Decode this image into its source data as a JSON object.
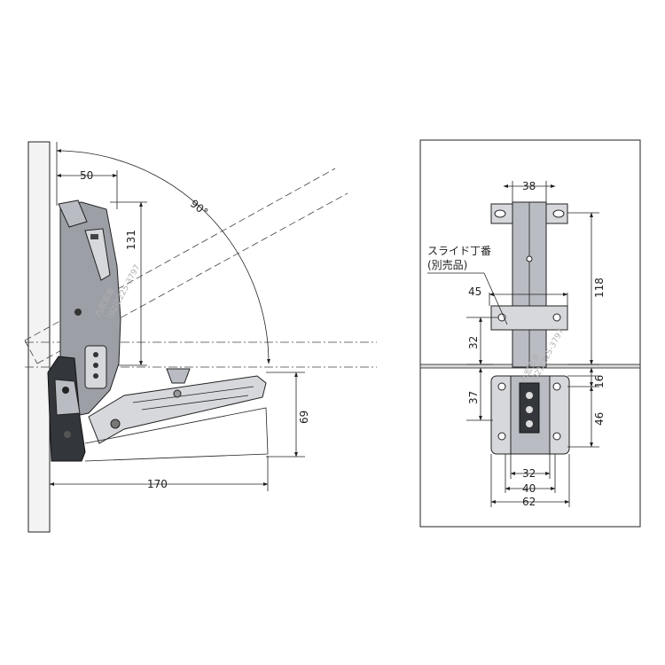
{
  "side_view": {
    "dim_top_offset": "50",
    "dim_height_arm": "131",
    "dim_angle": "90°",
    "dim_width": "170",
    "dim_height_base": "69"
  },
  "front_view": {
    "dim_top_width": "38",
    "dim_mid_width": "45",
    "dim_height_upper": "118",
    "dim_left_upper": "32",
    "dim_left_lower": "37",
    "dim_right_small": "16",
    "dim_right_lower": "46",
    "dim_bottom_32": "32",
    "dim_bottom_40": "40",
    "dim_bottom_62": "62",
    "note_line1": "スライド丁番",
    "note_line2": "(別売品)"
  },
  "watermark": {
    "chars": "九宏五金",
    "phone": "(02)2225-3797"
  }
}
